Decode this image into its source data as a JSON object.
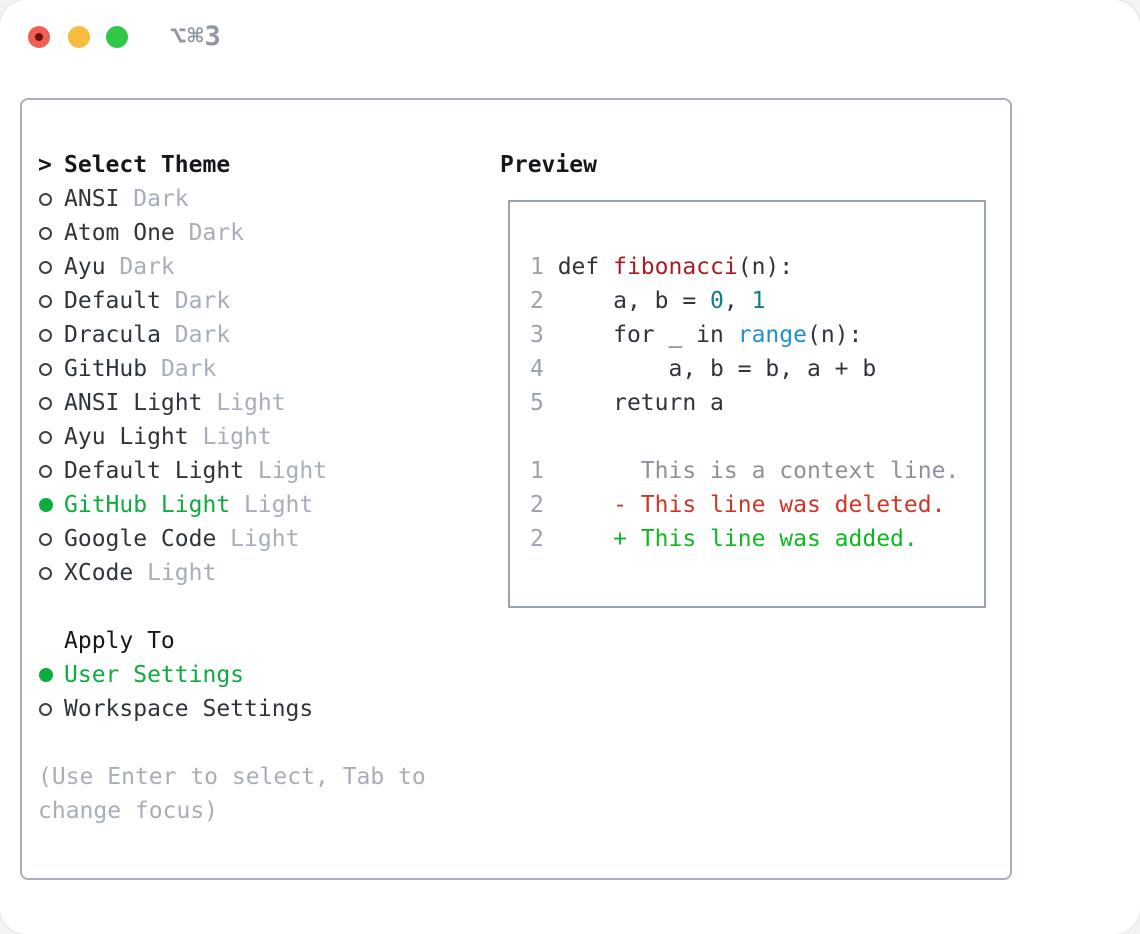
{
  "window": {
    "title": "⌥⌘3"
  },
  "colors": {
    "accent_green": "#0cac3e",
    "fg": "#2f353d",
    "header_fg": "#14181d",
    "muted": "#a6aebb",
    "panel_border": "#a9b0ba",
    "preview_border": "#9ba3ae",
    "line_number": "#99a2af",
    "code_fg": "#2f353d",
    "function_red": "#a91c22",
    "number_teal": "#0e7e89",
    "builtin_blue": "#1f8fd1",
    "context_gray": "#8b929c",
    "deleted_red": "#cd3726",
    "added_green": "#0db91f",
    "title_gray": "#8f969f",
    "traffic_red": "#f15f52",
    "traffic_yellow": "#f6bd40",
    "traffic_green": "#31c748"
  },
  "theme_picker": {
    "header_prefix": ">",
    "header": "Select Theme",
    "items": [
      {
        "name": "ANSI",
        "tag": "Dark",
        "selected": false
      },
      {
        "name": "Atom One",
        "tag": "Dark",
        "selected": false
      },
      {
        "name": "Ayu",
        "tag": "Dark",
        "selected": false
      },
      {
        "name": "Default",
        "tag": "Dark",
        "selected": false
      },
      {
        "name": "Dracula",
        "tag": "Dark",
        "selected": false
      },
      {
        "name": "GitHub",
        "tag": "Dark",
        "selected": false
      },
      {
        "name": "ANSI Light",
        "tag": "Light",
        "selected": false
      },
      {
        "name": "Ayu Light",
        "tag": "Light",
        "selected": false
      },
      {
        "name": "Default Light",
        "tag": "Light",
        "selected": false
      },
      {
        "name": "GitHub Light",
        "tag": "Light",
        "selected": true
      },
      {
        "name": "Google Code",
        "tag": "Light",
        "selected": false
      },
      {
        "name": "XCode",
        "tag": "Light",
        "selected": false
      }
    ]
  },
  "apply_to": {
    "header": "Apply To",
    "options": [
      {
        "label": "User Settings",
        "selected": true
      },
      {
        "label": "Workspace Settings",
        "selected": false
      }
    ]
  },
  "hint_lines": [
    "(Use Enter to select, Tab to",
    "change focus)"
  ],
  "preview": {
    "title": "Preview",
    "lines": [
      [
        {
          "t": "1 ",
          "c": "num"
        },
        {
          "t": "def ",
          "c": "fg"
        },
        {
          "t": "fibonacci",
          "c": "red"
        },
        {
          "t": "(n):",
          "c": "fg"
        }
      ],
      [
        {
          "t": "2 ",
          "c": "num"
        },
        {
          "t": "    a, b = ",
          "c": "fg"
        },
        {
          "t": "0",
          "c": "teal"
        },
        {
          "t": ", ",
          "c": "fg"
        },
        {
          "t": "1",
          "c": "teal"
        }
      ],
      [
        {
          "t": "3 ",
          "c": "num"
        },
        {
          "t": "    for _ in ",
          "c": "fg"
        },
        {
          "t": "range",
          "c": "blue"
        },
        {
          "t": "(n):",
          "c": "fg"
        }
      ],
      [
        {
          "t": "4 ",
          "c": "num"
        },
        {
          "t": "        a, b = b, a + b",
          "c": "fg"
        }
      ],
      [
        {
          "t": "5 ",
          "c": "num"
        },
        {
          "t": "    return a",
          "c": "fg"
        }
      ],
      [],
      [
        {
          "t": "1 ",
          "c": "num"
        },
        {
          "t": "      This is a context line.",
          "c": "ctx"
        }
      ],
      [
        {
          "t": "2 ",
          "c": "num"
        },
        {
          "t": "    ",
          "c": "fg"
        },
        {
          "t": "- This line was deleted.",
          "c": "del"
        }
      ],
      [
        {
          "t": "2 ",
          "c": "num"
        },
        {
          "t": "    ",
          "c": "fg"
        },
        {
          "t": "+ This line was added.",
          "c": "add"
        }
      ]
    ]
  }
}
